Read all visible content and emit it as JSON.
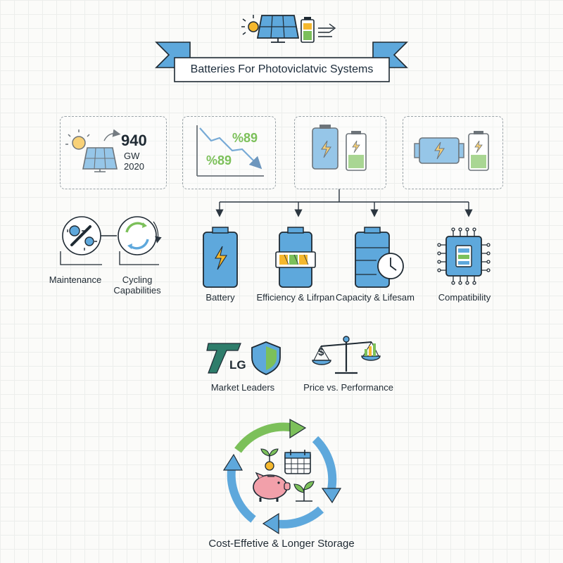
{
  "header": {
    "title": "Batteries For Photoviclatvic Systems"
  },
  "cards": {
    "solar_value": "940",
    "solar_unit": "GW",
    "solar_year": "2020",
    "trend_upper": "%89",
    "trend_lower": "%89"
  },
  "features": {
    "maintenance": "Maintenance",
    "cycling_line1": "Cycling",
    "cycling_line2": "Capabilities",
    "battery": "Battery",
    "efficiency": "Efficiency & Lifrpan",
    "capacity": "Capacity & Lifesam",
    "compatibility": "Compatibility"
  },
  "market": {
    "logo_text": "LG",
    "leaders": "Market Leaders",
    "price_symbol": "$",
    "price_perf": "Price vs. Performance"
  },
  "footer": {
    "caption": "Cost-Effetive & Longer Storage"
  },
  "colors": {
    "blue": "#5ea8dc",
    "dark": "#1f2a33",
    "green": "#7cc05a",
    "yellow": "#f5b82e",
    "pink": "#f2a0aa"
  }
}
